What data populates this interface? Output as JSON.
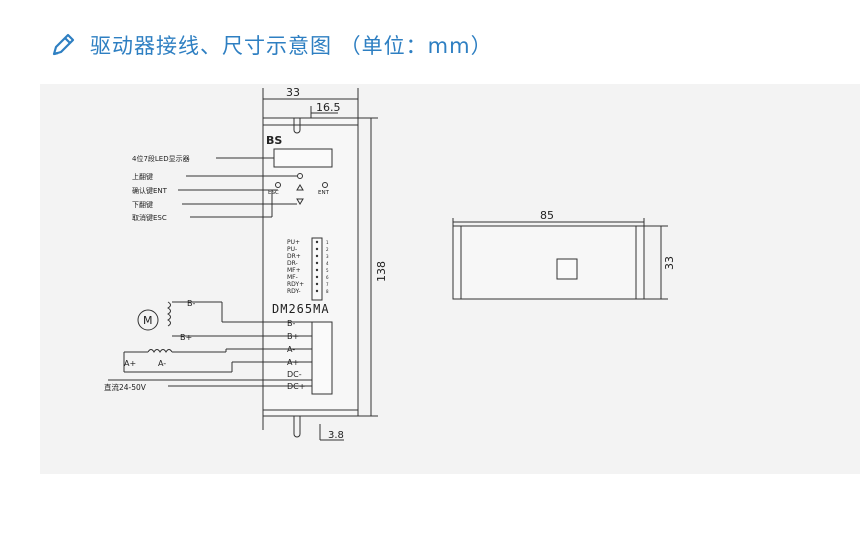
{
  "header": {
    "icon": "pencil-icon",
    "title": "驱动器接线、尺寸示意图 （单位：mm）",
    "color": "#2e7fc2"
  },
  "front_view": {
    "dim_width": "33",
    "dim_half": "16.5",
    "dim_height": "138",
    "dim_bottom": "3.8",
    "brand": "BS",
    "model": "DM265MA",
    "key_esc": "ESC",
    "key_ent": "ENT",
    "callouts": [
      "4位7段LED显示器",
      "上翻键",
      "确认键ENT",
      "下翻键",
      "取消键ESC"
    ],
    "signal_pins": [
      "PU+",
      "PU-",
      "DR+",
      "DR-",
      "MF+",
      "MF-",
      "RDY+",
      "RDY-"
    ],
    "pin_numbers": [
      "1",
      "2",
      "3",
      "4",
      "5",
      "6",
      "7",
      "8"
    ],
    "power_terminals": [
      "B-",
      "B+",
      "A-",
      "A+",
      "DC-",
      "DC+"
    ],
    "motor_symbol": "M",
    "motor_wires": [
      "B-",
      "B+",
      "A+",
      "A-"
    ],
    "supply_label": "直流24-50V"
  },
  "side_view": {
    "dim_length": "85",
    "dim_height": "33"
  }
}
